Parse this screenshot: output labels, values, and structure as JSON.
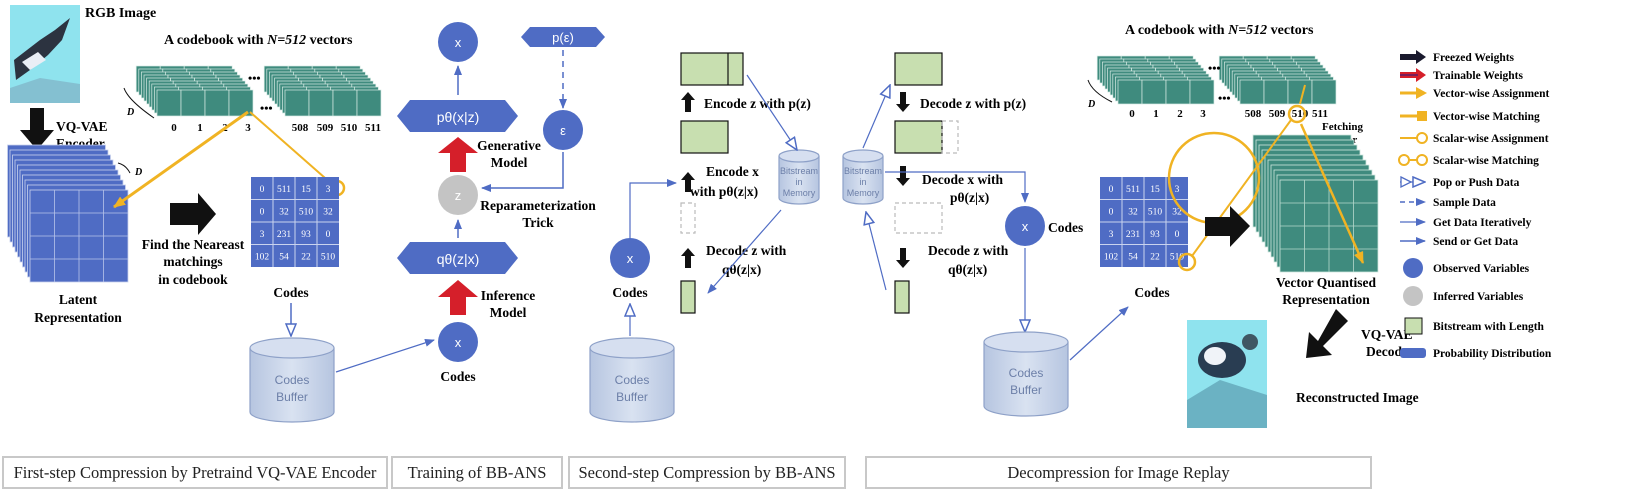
{
  "panel1": {
    "rgb_label": "RGB Image",
    "encoder_label_1": "VQ-VAE",
    "encoder_label_2": "Encoder",
    "codebook_title_prefix": "A codebook with ",
    "codebook_title_n": "N=512",
    "codebook_title_suffix": " vectors",
    "dim_label": "D",
    "index_labels": [
      "0",
      "1",
      "2",
      "3",
      "508",
      "509",
      "510",
      "511"
    ],
    "latent_label_1": "Latent",
    "latent_label_2": "Representation",
    "find_label_1": "Find the Neareast",
    "find_label_2": "matchings",
    "find_label_3": "in codebook",
    "codes_grid": [
      [
        "0",
        "511",
        "15",
        "3"
      ],
      [
        "0",
        "32",
        "510",
        "32"
      ],
      [
        "3",
        "231",
        "93",
        "0"
      ],
      [
        "102",
        "54",
        "22",
        "510"
      ]
    ],
    "codes_label": "Codes",
    "buffer_label_1": "Codes",
    "buffer_label_2": "Buffer"
  },
  "panel2": {
    "x_top": "x",
    "p_eps": "p(ε)",
    "decoder_dist": "pθ(x|z)",
    "eps": "ε",
    "generative_1": "Generative",
    "generative_2": "Model",
    "z": "z",
    "reparam_1": "Reparameterization",
    "reparam_2": "Trick",
    "encoder_dist": "qθ(z|x)",
    "inference_1": "Inference",
    "inference_2": "Model",
    "x_bottom": "x",
    "codes_label": "Codes"
  },
  "panel3": {
    "step1": "Encode z with p(z)",
    "step2_1": "Encode x",
    "step2_2": "with  pθ(z|x)",
    "step3_1": "Decode z with",
    "step3_2": "qθ(z|x)",
    "bitstream_1": "Bitstream",
    "bitstream_2": "in",
    "bitstream_3": "Memory",
    "x": "x",
    "codes_label": "Codes",
    "buffer_label_1": "Codes",
    "buffer_label_2": "Buffer"
  },
  "panel4": {
    "bitstream_1": "Bitstream",
    "bitstream_2": "in",
    "bitstream_3": "Memory",
    "step1": "Decode z with p(z)",
    "step2_1": "Decode x with",
    "step2_2": "pθ(z|x)",
    "step3_1": "Decode z with",
    "step3_2": "qθ(z|x)",
    "x": "x",
    "codes_side": "Codes",
    "buffer_label_1": "Codes",
    "buffer_label_2": "Buffer",
    "codes_grid": [
      [
        "0",
        "511",
        "15",
        "3"
      ],
      [
        "0",
        "32",
        "510",
        "32"
      ],
      [
        "3",
        "231",
        "93",
        "0"
      ],
      [
        "102",
        "54",
        "22",
        "510"
      ]
    ],
    "codes_label": "Codes",
    "codebook_title_prefix": "A codebook with ",
    "codebook_title_n": "N=512",
    "codebook_title_suffix": " vectors",
    "dim_label": "D",
    "index_labels": [
      "0",
      "1",
      "2",
      "3",
      "508",
      "509",
      "510",
      "511"
    ],
    "fetching_1": "Fetching",
    "fetching_2": "vector",
    "vq_label_1": "Vector Quantised",
    "vq_label_2": "Representation",
    "decoder_1": "VQ-VAE",
    "decoder_2": "Decoder",
    "recon_label": "Reconstructed Image"
  },
  "legend": [
    "Freezed Weights",
    "Trainable Weights",
    "Vector-wise Assignment",
    "Vector-wise Matching",
    "Scalar-wise Assignment",
    "Scalar-wise Matching",
    "Pop or Push Data",
    "Sample Data",
    "Get Data Iteratively",
    "Send or Get  Data",
    "Observed Variables",
    "Inferred Variables",
    "Bitstream with Length",
    "Probability Distribution"
  ],
  "footer": [
    "First-step Compression by Pretraind VQ-VAE Encoder",
    "Training of BB-ANS",
    "Second-step Compression by BB-ANS",
    "Decompression for Image Replay"
  ],
  "colors": {
    "blue": "#4f6cc4",
    "teal": "#3f8b7e",
    "yellow": "#f0b323",
    "green_fill": "#c8dfb0",
    "cyl_fill": "#c7d3e8",
    "gray_circle": "#c4c4c4",
    "red": "#d51f2a"
  }
}
